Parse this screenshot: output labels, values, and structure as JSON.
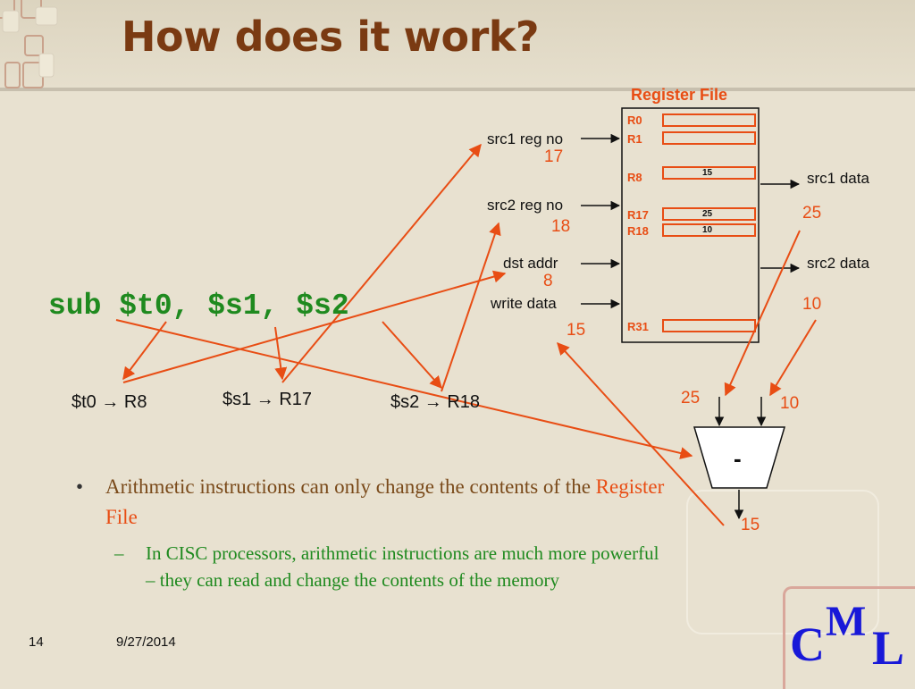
{
  "slide": {
    "title": "How does it work?",
    "footer_page": "14",
    "footer_date": "9/27/2014"
  },
  "diagram": {
    "register_file_title": "Register File",
    "registers": [
      {
        "name": "R0",
        "value": ""
      },
      {
        "name": "R1",
        "value": ""
      },
      {
        "name": "R8",
        "value": "15"
      },
      {
        "name": "R17",
        "value": "25"
      },
      {
        "name": "R18",
        "value": "10"
      },
      {
        "name": "R31",
        "value": ""
      }
    ],
    "inputs": {
      "src1": "src1 reg no",
      "src2": "src2 reg no",
      "dst": "dst addr",
      "write": "write data"
    },
    "outputs": {
      "src1": "src1 data",
      "src2": "src2 data"
    },
    "values": {
      "src1_no": "17",
      "src2_no": "18",
      "dst_no": "8",
      "write_val": "15",
      "src1_data": "25",
      "src2_data": "10",
      "alu_in1": "25",
      "alu_in2": "10",
      "alu_out": "15"
    },
    "alu_op": "-",
    "instruction": "sub $t0, $s1, $s2",
    "mappings": {
      "t0": "$t0 → R8",
      "s1": "$s1 → R17",
      "s2": "$s2 → R18"
    }
  },
  "bullets": {
    "b1_text": "Arithmetic instructions can only change the contents of the ",
    "b1_highlight": "Register File",
    "b2_text": "In CISC processors, arithmetic instructions are much more powerful – they can read and change the contents of the memory"
  },
  "logo": {
    "c": "C",
    "m": "M",
    "l": "L"
  },
  "colors": {
    "accent": "#e84d14",
    "title": "#7a3a12",
    "code": "#1f8a1f",
    "logo": "#1818d8"
  }
}
